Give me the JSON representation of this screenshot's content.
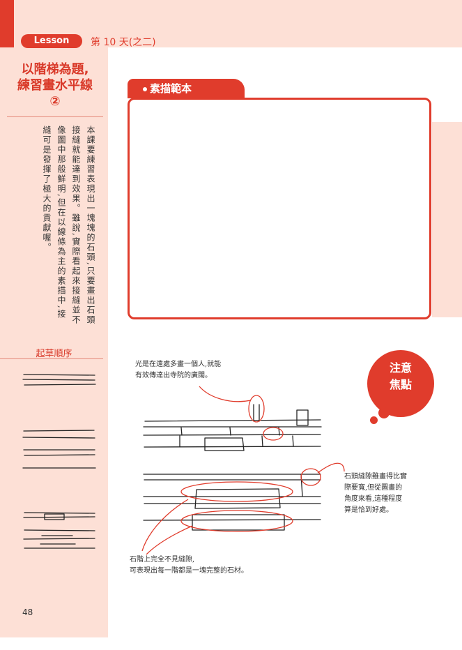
{
  "header": {
    "lesson_label": "Lesson",
    "day_label": "第 10 天(之二)"
  },
  "lesson": {
    "title_line1": "以階梯為題,",
    "title_line2": "練習畫水平線",
    "title_line3": "②",
    "body_text": "本課要練習表現出一塊塊的石頭,只要畫出石頭接縫就能達到效果。雖說,實際看起來接縫並不像圖中那般鮮明,但在以線條為主的素描中,接縫可是發揮了極大的貢獻喔。"
  },
  "draft": {
    "label": "起草順序"
  },
  "sketch_panel": {
    "tab_label": "素描範本"
  },
  "focus": {
    "bubble_line1": "注意",
    "bubble_line2": "焦點",
    "note_top_line1": "光是在遠處多畫一個人,就能",
    "note_top_line2": "有效傳達出寺院的廣闊。",
    "note_right_line1": "石頭縫隙雖畫得比實",
    "note_right_line2": "際要寬,但從圖畫的",
    "note_right_line3": "角度來看,這種程度",
    "note_right_line4": "算是恰到好處。",
    "note_bottom_line1": "石階上完全不見縫隙,",
    "note_bottom_line2": "可表現出每一階都是一塊完整的石材。"
  },
  "footer": {
    "page_number": "48"
  },
  "colors": {
    "accent": "#e03c2c",
    "band": "#fde0d6"
  }
}
